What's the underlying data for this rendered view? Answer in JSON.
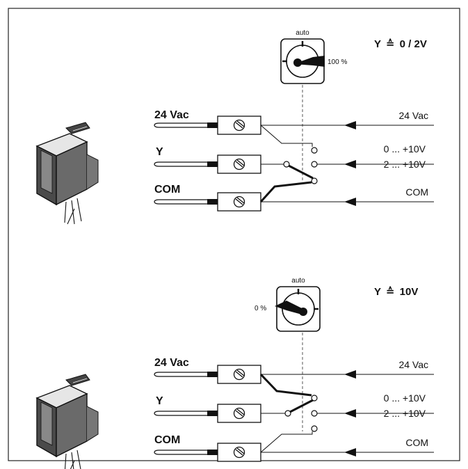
{
  "wiring_diagrams": [
    {
      "dial": {
        "top_label": "auto",
        "position_label": "100 %"
      },
      "signal_equation": {
        "prefix": "Y",
        "symbol": "≙",
        "value": "0 / 2V"
      },
      "wire_labels": {
        "supply": "24 Vac",
        "signal": "Y",
        "common": "COM"
      },
      "inputs": {
        "supply": "24 Vac",
        "range_0": "0 ... +10V",
        "range_2": "2 ... +10V",
        "common": "COM"
      }
    },
    {
      "dial": {
        "top_label": "auto",
        "position_label": "0 %"
      },
      "signal_equation": {
        "prefix": "Y",
        "symbol": "≙",
        "value": "10V"
      },
      "wire_labels": {
        "supply": "24 Vac",
        "signal": "Y",
        "common": "COM"
      },
      "inputs": {
        "supply": "24 Vac",
        "range_0": "0 ... +10V",
        "range_2": "2 ... +10V",
        "common": "COM"
      }
    }
  ]
}
